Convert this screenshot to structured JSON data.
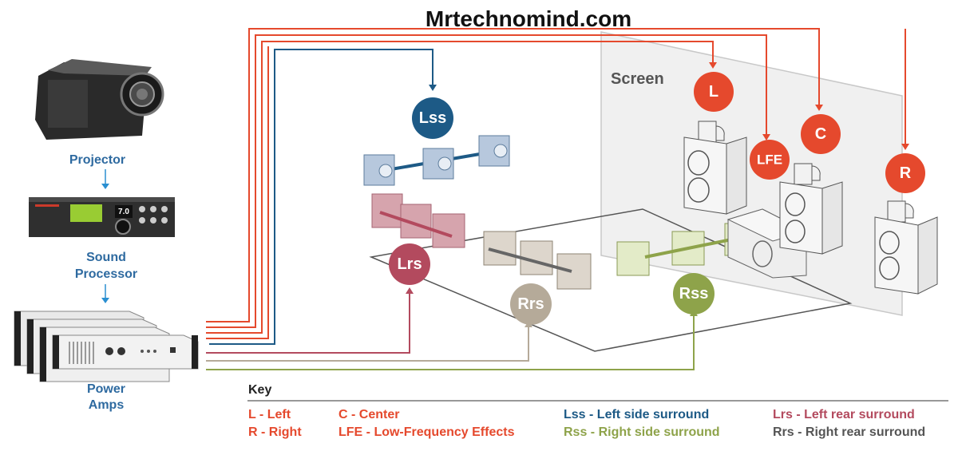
{
  "header": {
    "title": "Mrtechnomind.com"
  },
  "screen_label": "Screen",
  "equipment": {
    "projector": "Projector",
    "sound_processor_line1": "Sound",
    "sound_processor_line2": "Processor",
    "power_amps_line1": "Power",
    "power_amps_line2": "Amps",
    "processor_display": "7.0"
  },
  "channels": {
    "L": "L",
    "C": "C",
    "LFE": "LFE",
    "R": "R",
    "Lss": "Lss",
    "Lrs": "Lrs",
    "Rrs": "Rrs",
    "Rss": "Rss"
  },
  "key": {
    "title": "Key",
    "l": "L - Left",
    "r": "R - Right",
    "c": "C - Center",
    "lfe": "LFE - Low-Frequency Effects",
    "lss": "Lss - Left side surround",
    "rss": "Rss - Right side surround",
    "lrs": "Lrs - Left rear surround",
    "rrs": "Rrs - Right rear surround"
  },
  "colors": {
    "front_red": "#e5492d",
    "lss_blue": "#1d5a86",
    "lrs_maroon": "#b34a5e",
    "rrs_taupe": "#b5aa99",
    "rss_olive": "#8ea34a",
    "label_blue": "#2e6aa0"
  }
}
